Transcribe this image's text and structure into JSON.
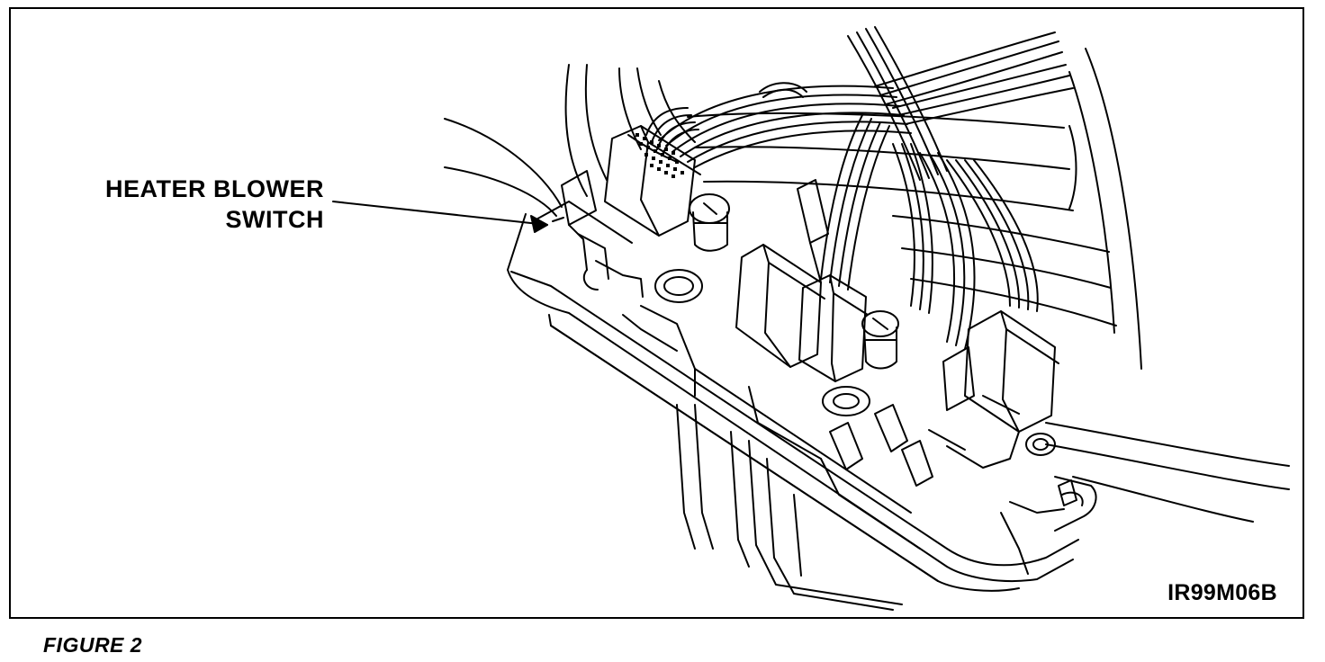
{
  "figure": {
    "callout_label_line1": "HEATER BLOWER",
    "callout_label_line2": "SWITCH",
    "figure_id": "IR99M06B",
    "caption": "FIGURE 2"
  },
  "colors": {
    "ink": "#000000",
    "paper": "#ffffff"
  },
  "icons": {
    "pointer": "arrow-icon"
  }
}
